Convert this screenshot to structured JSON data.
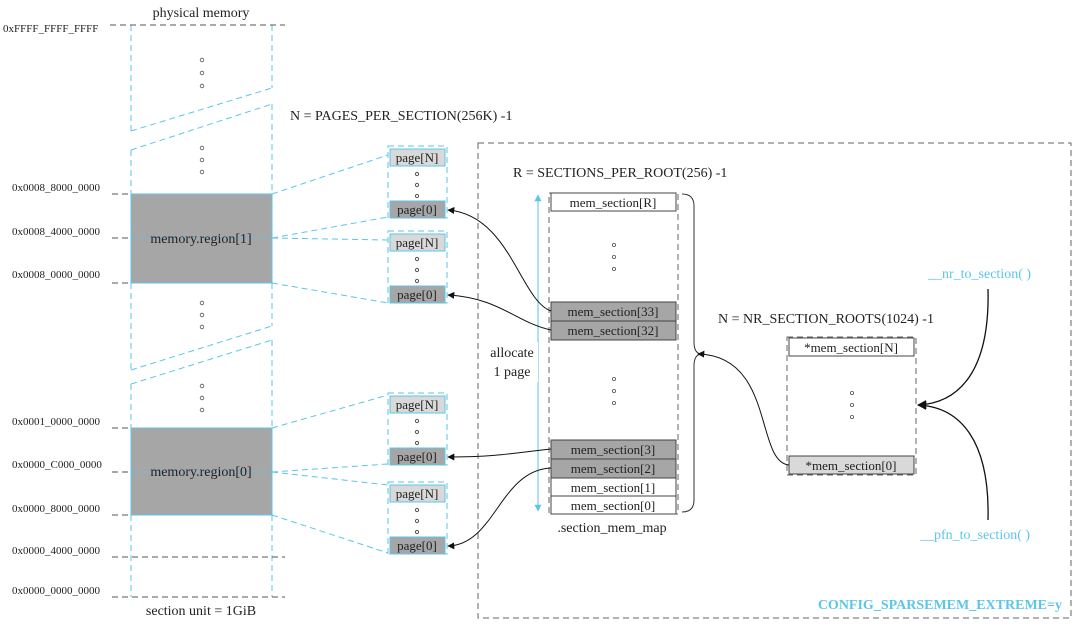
{
  "title": "physical memory",
  "addresses": {
    "top": "0xFFFF_FFFF_FFFF",
    "a8800": "0x0008_8000_0000",
    "a8400": "0x0008_4000_0000",
    "a8000": "0x0008_0000_0000",
    "a1000": "0x0001_0000_0000",
    "a0c00": "0x0000_C000_0000",
    "a0800": "0x0000_8000_0000",
    "a0400": "0x0000_4000_0000",
    "a0000": "0x0000_0000_0000"
  },
  "regions": {
    "region1": "memory.region[1]",
    "region0": "memory.region[0]"
  },
  "section_unit": "section unit = 1GiB",
  "pages_note": "N = PAGES_PER_SECTION(256K) -1",
  "page_labels": {
    "top": "page[N]",
    "bottom": "page[0]"
  },
  "root_note": "R = SECTIONS_PER_ROOT(256) -1",
  "mem_section": {
    "r": "mem_section[R]",
    "s33": "mem_section[33]",
    "s32": "mem_section[32]",
    "s3": "mem_section[3]",
    "s2": "mem_section[2]",
    "s1": "mem_section[1]",
    "s0": "mem_section[0]"
  },
  "section_mem_map": ".section_mem_map",
  "allocate": {
    "line1": "allocate",
    "line2": "1 page"
  },
  "roots_note": "N = NR_SECTION_ROOTS(1024) -1",
  "root_table": {
    "top": "*mem_section[N]",
    "bottom": "*mem_section[0]"
  },
  "functions": {
    "nr_to_section": "__nr_to_section( )",
    "pfn_to_section": "__pfn_to_section( )"
  },
  "config": "CONFIG_SPARSEMEM_EXTREME=y",
  "colors": {
    "cyan": "#5bc6e8",
    "grey_fill": "#a6a6a6",
    "light_grey": "#d9d9d9",
    "dash": "#666666"
  }
}
